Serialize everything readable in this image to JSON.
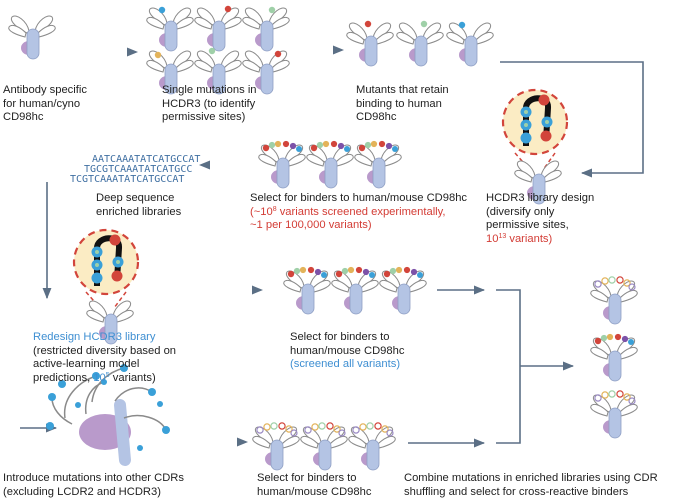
{
  "labels": {
    "step1": [
      "Antibody specific",
      "for human/cyno",
      "CD98hc"
    ],
    "step2": [
      "Single mutations in",
      "HCDR3 (to identify",
      "permissive sites)"
    ],
    "step3": [
      "Mutants that retain",
      "binding to human",
      "CD98hc"
    ],
    "step4": {
      "lines": [
        "HCDR3 library design",
        "(diversify only",
        "permissive sites,"
      ],
      "variants_base": "10",
      "variants_exp": "13",
      "variants_suffix": " variants)"
    },
    "step5": {
      "line1": "Select for binders to human/mouse CD98hc",
      "line2_prefix": "(~10",
      "line2_exp": "8",
      "line2_suffix": " variants screened experimentally,",
      "line3": "~1 per 100,000 variants)"
    },
    "step6": [
      "Deep sequence",
      "enriched libraries"
    ],
    "step7": {
      "title": "Redesign HCDR3 library",
      "lines": [
        "(restricted diversity based on",
        "active-learning model"
      ],
      "pred_prefix": "predictions, ",
      "variants_base": "10",
      "variants_exp": "5",
      "variants_suffix": " variants)"
    },
    "step8": {
      "lines": [
        "Select for binders to",
        "human/mouse CD98hc"
      ],
      "screened": "(screened all variants)"
    },
    "step9": [
      "Introduce mutations into other CDRs",
      "(excluding LCDR2 and HCDR3)"
    ],
    "step10": [
      "Select for binders to",
      "human/mouse CD98hc"
    ],
    "step11": [
      "Combine mutations in enriched libraries using CDR",
      "shuffling and select for cross-reactive binders"
    ]
  },
  "sequence_text": [
    "AATCAAATATCATGCCAT",
    "TGCGTCAAATATCATGCC",
    "TCGTCAAATATCATGCCAT"
  ],
  "colors": {
    "red_text": "#d33c35",
    "blue_text": "#3f8fd2",
    "arrow": "#5b6f85",
    "antibody_blue": "#b4c4e4",
    "antibody_purple": "#b99acb",
    "mutation_red": "#d2453b",
    "mutation_cyan": "#3aa0d8",
    "highlight_yellow": "#fbecc4"
  }
}
